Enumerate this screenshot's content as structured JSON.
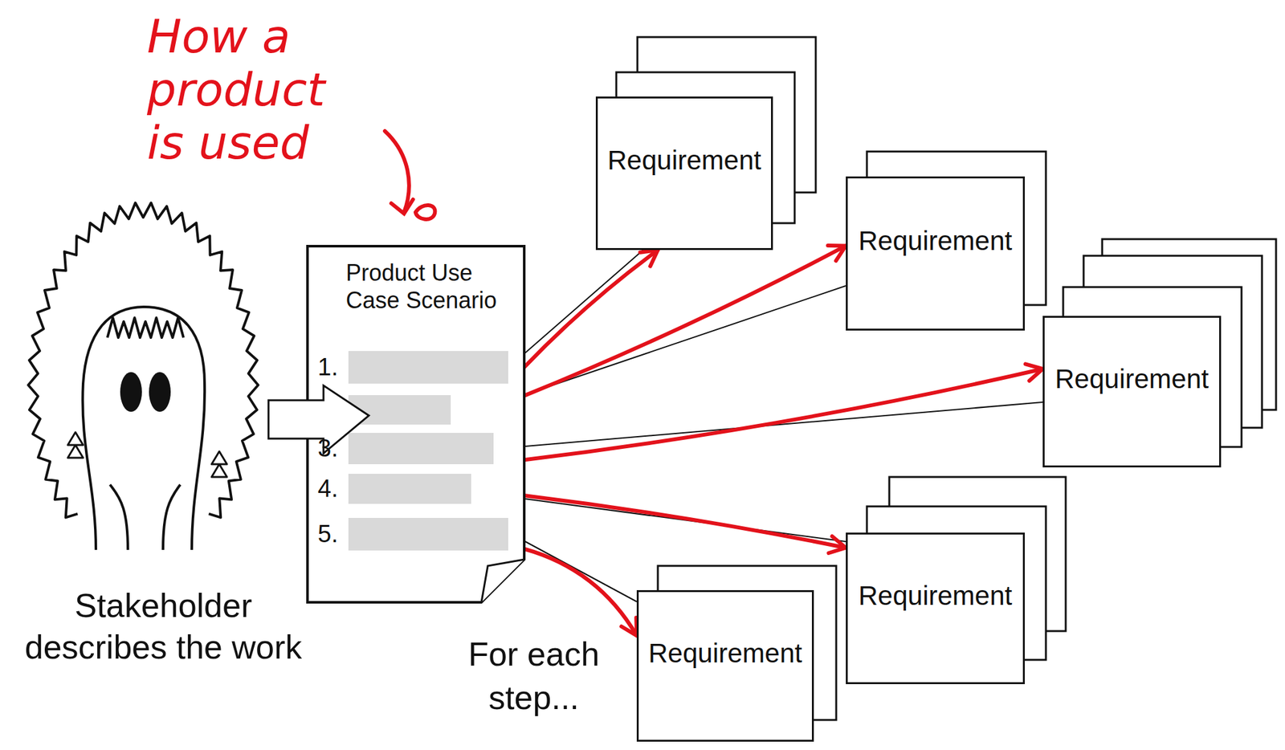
{
  "diagram": {
    "nodes": [
      {
        "text": [
          "Product Use Case Scenario"
        ]
      },
      {
        "text": [
          "Requirement"
        ]
      },
      {
        "text": [
          "Requirement"
        ]
      },
      {
        "text": [
          "Requirement"
        ]
      },
      {
        "text": [
          "Requirement"
        ]
      },
      {
        "text": [
          "Requirement"
        ]
      }
    ],
    "edges": [
      {
        "from": 0,
        "to": 1,
        "arrow": "to"
      },
      {
        "from": 0,
        "to": 2,
        "arrow": "to"
      },
      {
        "from": 0,
        "to": 3,
        "arrow": "to"
      },
      {
        "from": 0,
        "to": 4,
        "arrow": "to"
      },
      {
        "from": 0,
        "to": 5,
        "arrow": "to"
      }
    ],
    "labels": [
      "How a product is used",
      "1.",
      "3.",
      "4.",
      "5.",
      "Stakeholder describes the work",
      "For each step..."
    ]
  }
}
